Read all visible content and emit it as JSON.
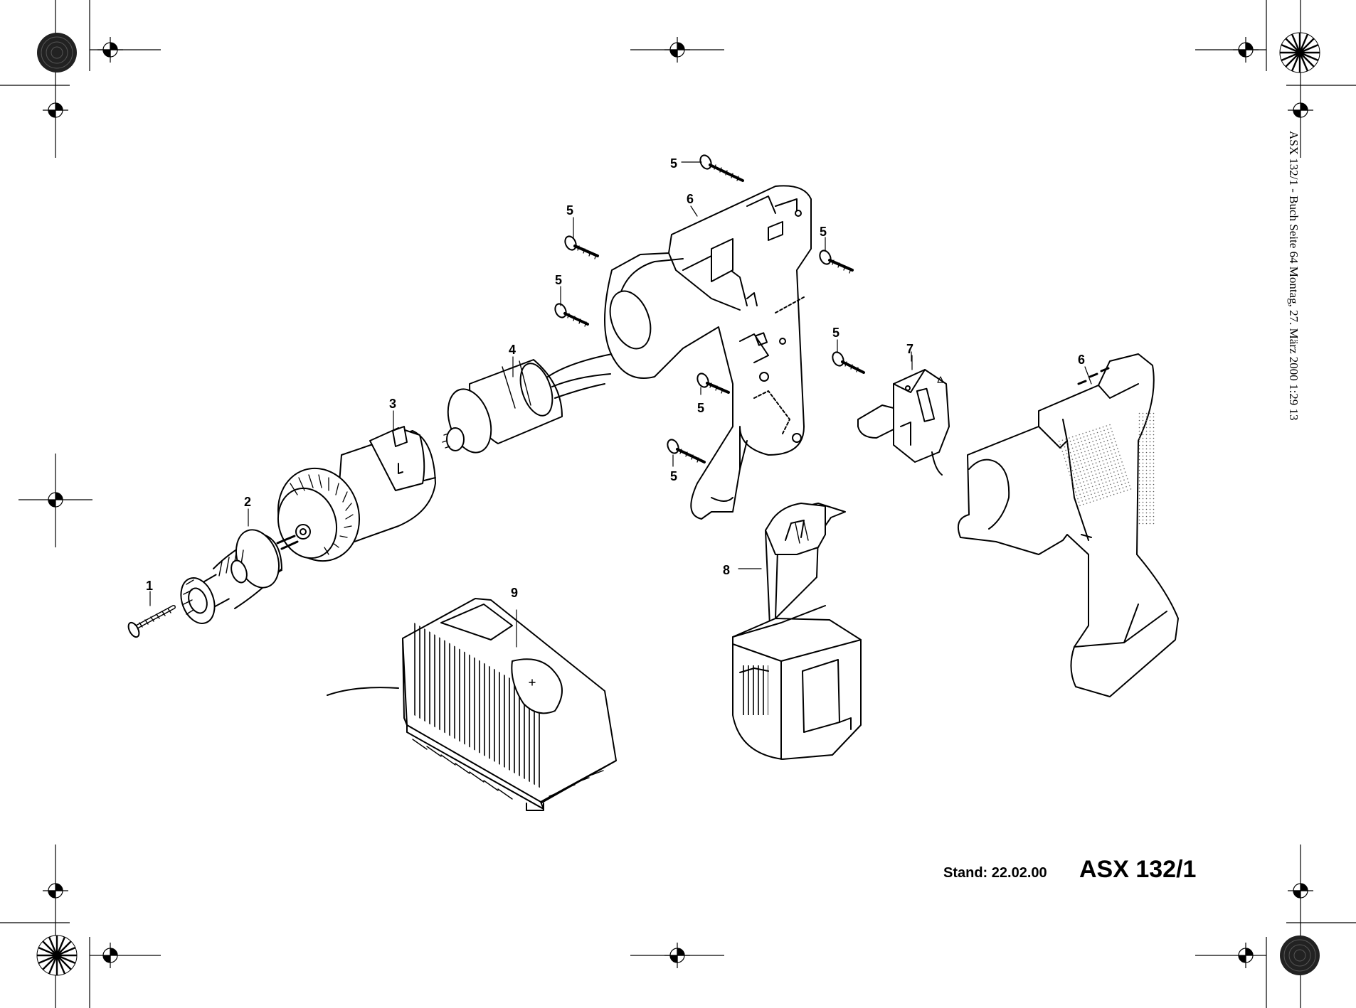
{
  "side_slug": "ASX 132/1 - Buch  Seite 64  Montag, 27. März 2000  1:29 13",
  "footer": {
    "stand": "Stand: 22.02.00",
    "model": "ASX 132/1"
  },
  "parts": [
    {
      "number": "1",
      "name": "screw"
    },
    {
      "number": "2",
      "name": "keyless-chuck"
    },
    {
      "number": "3",
      "name": "gearbox-clutch"
    },
    {
      "number": "4",
      "name": "motor"
    },
    {
      "number": "5",
      "name": "housing-screw"
    },
    {
      "number": "6",
      "name": "housing-half"
    },
    {
      "number": "7",
      "name": "switch"
    },
    {
      "number": "8",
      "name": "battery-pack"
    },
    {
      "number": "9",
      "name": "charger"
    }
  ],
  "labels": {
    "l1": "1",
    "l2": "2",
    "l3": "3",
    "l4": "4",
    "l5a": "5",
    "l5b": "5",
    "l5c": "5",
    "l5d": "5",
    "l5e": "5",
    "l5f": "5",
    "l5g": "5",
    "l6a": "6",
    "l6b": "6",
    "l7": "7",
    "l8": "8",
    "l9": "9"
  }
}
